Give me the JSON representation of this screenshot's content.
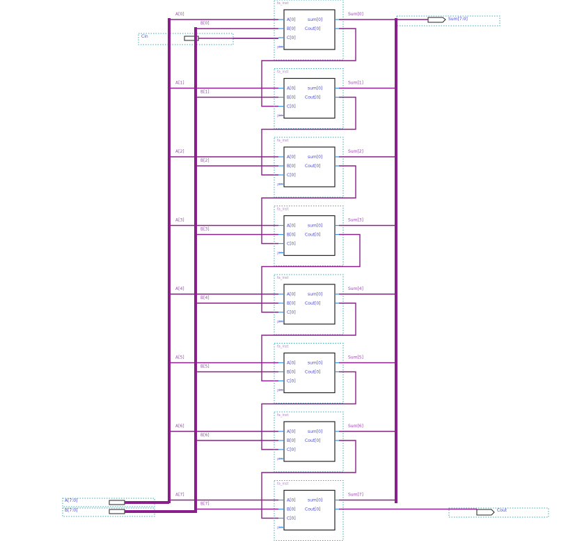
{
  "ports": {
    "a": "A[7:0]",
    "b": "B[7:0]",
    "cin": "Cin",
    "sum": "Sum[7:0]",
    "cout": "Cout"
  },
  "instance_label": "fa_inst",
  "pins": {
    "a": "A[0]",
    "b": "B[0]",
    "c": "C[0]",
    "sum": "sum[0]",
    "cout": "Cout[0]",
    "extra": "pin"
  },
  "stages": [
    {
      "a": "A[0]",
      "b": "B[0]",
      "sum": "Sum[0]"
    },
    {
      "a": "A[1]",
      "b": "B[1]",
      "sum": "Sum[1]"
    },
    {
      "a": "A[2]",
      "b": "B[2]",
      "sum": "Sum[2]"
    },
    {
      "a": "A[3]",
      "b": "B[3]",
      "sum": "Sum[3]"
    },
    {
      "a": "A[4]",
      "b": "B[4]",
      "sum": "Sum[4]"
    },
    {
      "a": "A[5]",
      "b": "B[5]",
      "sum": "Sum[5]"
    },
    {
      "a": "A[6]",
      "b": "B[6]",
      "sum": "Sum[6]"
    },
    {
      "a": "A[7]",
      "b": "B[7]",
      "sum": "Sum[7]"
    }
  ],
  "colors": {
    "wire": "#8a1e8a",
    "cell_border": "#3aaab8",
    "pin_stub": "#3a8ee8",
    "label": "#9a4fb0"
  }
}
